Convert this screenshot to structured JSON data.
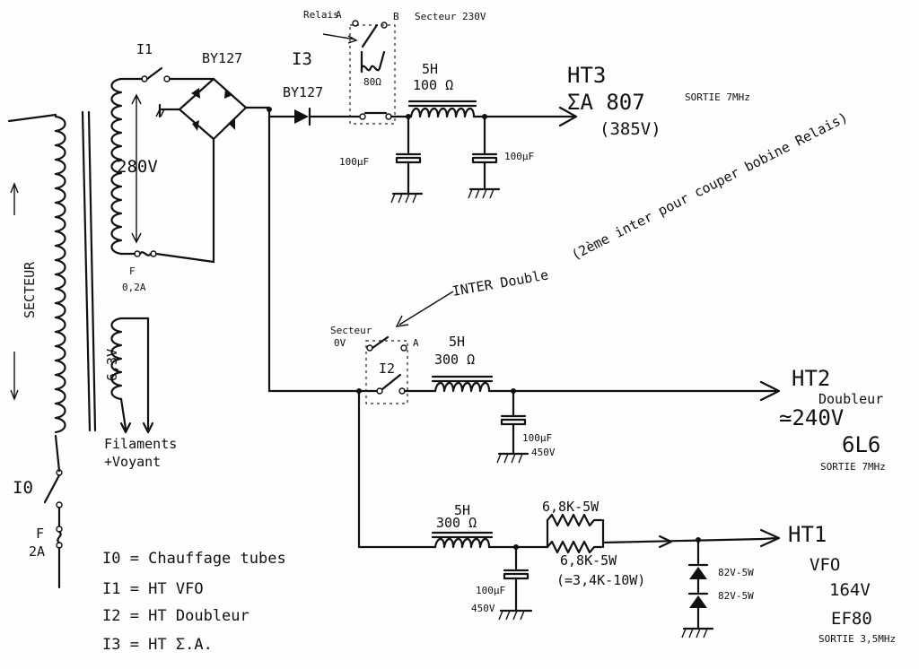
{
  "labels": {
    "secteur_vertical": "SECTEUR",
    "i1": "I1",
    "by127_bridge": "BY127",
    "by127_diode": "BY127",
    "relais": "Relais",
    "relay_a": "A",
    "relay_b": "B",
    "relay_secteur": "Secteur 230V",
    "i3": "I3",
    "relay_coil": "80Ω",
    "choke_ht3_l": "5H",
    "choke_ht3_r": "100 Ω",
    "ht3": "HT3",
    "ht3_tube": "ΣA 807",
    "ht3_sortie": "SORTIE 7MHz",
    "ht3_voltage": "(385V)",
    "cap_ht3_a": "100µF",
    "cap_ht3_b": "100µF",
    "secondary_voltage": "280V",
    "fuse_f": "F",
    "fuse_02": "0,2A",
    "relay_note": "(2ème inter pour couper bobine Relais)",
    "switch_note": "INTER Double",
    "filament_voltage": "6,3V",
    "filaments": "Filaments",
    "voyant": "+Voyant",
    "i2_secteur": "Secteur",
    "i2_0v": "0V",
    "i2_a": "A",
    "i2": "I2",
    "choke_ht2_l": "5H",
    "choke_ht2_r": "300 Ω",
    "ht2": "HT2",
    "ht2_role": "Doubleur",
    "ht2_voltage": "≃240V",
    "ht2_tube": "6L6",
    "ht2_sortie": "SORTIE 7MHz",
    "cap_ht2": "100µF",
    "cap_ht2_v": "450V",
    "i0": "I0",
    "fuse_main_f": "F",
    "fuse_main_2a": "2A",
    "choke_ht1_l": "5H",
    "choke_ht1_r": "300 Ω",
    "res_top": "6,8K-5W",
    "res_bottom": "6,8K-5W",
    "res_equiv": "(=3,4K-10W)",
    "ht1": "HT1",
    "cap_ht1": "100µF",
    "cap_ht1_v": "450V",
    "zener_top": "82V-5W",
    "zener_bottom": "82V-5W",
    "ht1_role": "VFO",
    "ht1_voltage": "164V",
    "ht1_tube": "EF80",
    "ht1_sortie": "SORTIE 3,5MHz"
  },
  "legend": [
    "I0 = Chauffage tubes",
    "I1 = HT VFO",
    "I2 = HT Doubleur",
    "I3 = HT Σ.A."
  ]
}
